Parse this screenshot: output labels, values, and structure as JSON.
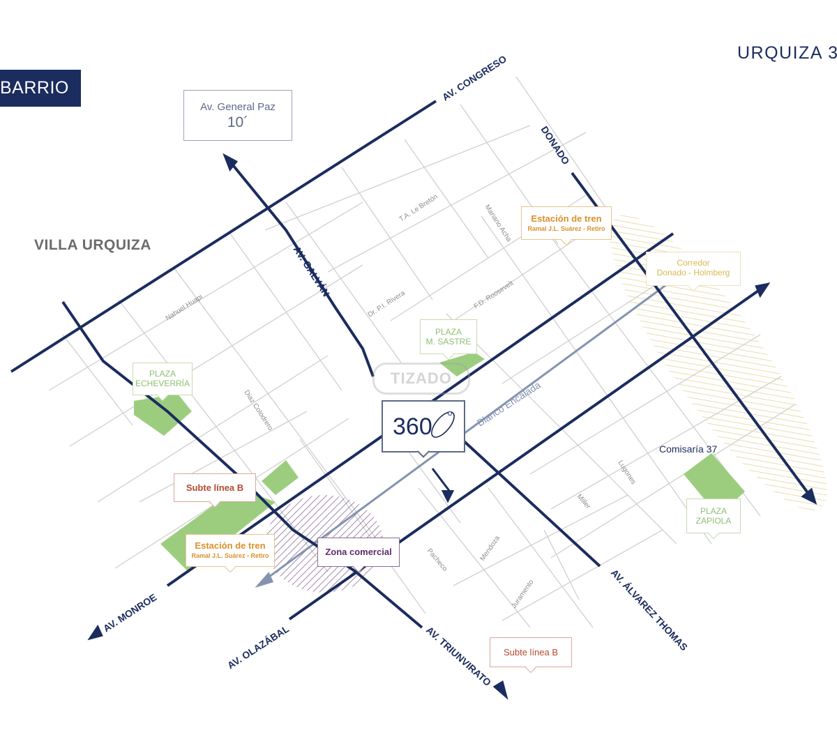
{
  "header": {
    "badge": "BARRIO",
    "title": "URQUIZA 3"
  },
  "neighborhood": "VILLA URQUIZA",
  "general_paz": {
    "label": "Av. General Paz",
    "time": "10´"
  },
  "project": {
    "number": "360"
  },
  "watermark": "TIZADO",
  "avenues": {
    "congreso": "AV. CONGRESO",
    "galvan": "AV. GALVÁN",
    "donado": "DONADO",
    "monroe": "AV. MONROE",
    "olazabal": "AV. OLAZÁBAL",
    "triunvirato": "AV. TRIUNVIRATO",
    "alvarez_thomas": "AV. ÁLVAREZ THOMAS"
  },
  "streets": {
    "le_breton": "T.A. Le Bretón",
    "mariano_acha": "Mariano Acha",
    "rivera": "Dr. P.I. Rivera",
    "roosevelt": "F.D. Roosevelt",
    "nahuel_huapi": "Nahuel Huapi",
    "diaz_colodrero": "Diaz Colodrero",
    "blanco_encalada": "Blanco Encalada",
    "lugones": "Lugones",
    "miller": "Miller",
    "pacheco": "Pacheco",
    "mendoza": "Mendoza",
    "juramento": "Juramento"
  },
  "callouts": {
    "train_top": {
      "title": "Estación de tren",
      "subtitle": "Ramal J.L. Suárez - Retiro"
    },
    "corredor": {
      "line1": "Corredor",
      "line2": "Donado - Holmberg"
    },
    "plaza_sastre": {
      "line1": "PLAZA",
      "line2": "M. SASTRE"
    },
    "plaza_echeverria": {
      "line1": "PLAZA",
      "line2": "ECHEVERRÍA"
    },
    "subte_left": {
      "title": "Subte línea B"
    },
    "train_bottom": {
      "title": "Estación de tren",
      "subtitle": "Ramal J.L. Suárez - Retiro"
    },
    "zona_comercial": {
      "title": "Zona comercial"
    },
    "comisaria": "Comisaría 37",
    "plaza_zapiola": {
      "line1": "PLAZA",
      "line2": "ZAPIOLA"
    },
    "subte_bottom": {
      "title": "Subte línea B"
    }
  },
  "colors": {
    "avenue": "#1b2c5e",
    "street": "#cfcfcf",
    "park": "#9ccd7f",
    "blanco_encalada": "#8593b0",
    "corredor_hatch": "#e6d9a0",
    "commercial_hatch": "#8a6b95"
  }
}
